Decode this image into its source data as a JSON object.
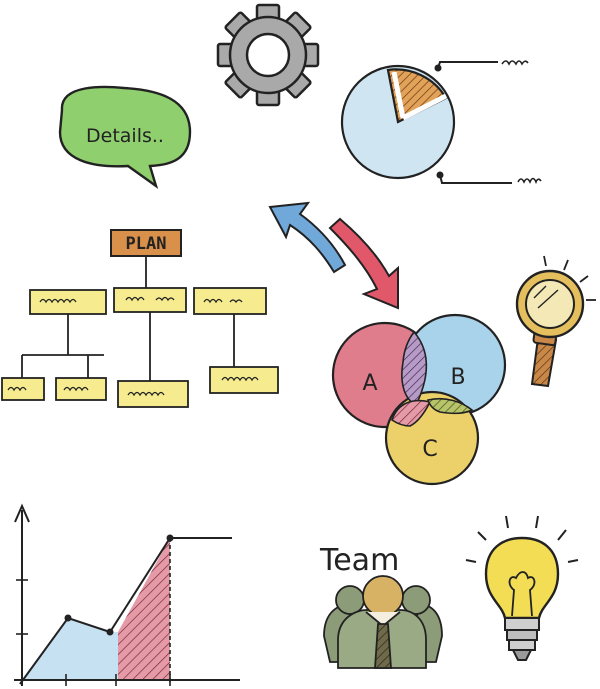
{
  "speech_bubble": {
    "text": "Details..",
    "fill": "#8fcf6e"
  },
  "org_chart": {
    "root_label": "PLAN",
    "root_color": "#d9904b",
    "node_color": "#f6ec8f"
  },
  "venn": {
    "labels": [
      "A",
      "B",
      "C"
    ],
    "colors": [
      "#e07d8d",
      "#a9d3ea",
      "#ecd16a"
    ]
  },
  "team": {
    "label": "Team"
  },
  "pie": {
    "colors": [
      "#cfe6f2",
      "#e2a259"
    ]
  },
  "arrows": {
    "colors": [
      "#6fa8d9",
      "#e0586a"
    ]
  },
  "line_chart": {
    "fill_colors": [
      "#c6e1f1",
      "#e49aa6"
    ]
  },
  "icons": [
    "gear-icon",
    "magnifier-icon",
    "lightbulb-icon",
    "team-icon",
    "pie-chart-icon",
    "venn-diagram-icon",
    "org-chart-icon",
    "line-chart-icon",
    "speech-bubble-icon",
    "bidirectional-arrows-icon"
  ]
}
